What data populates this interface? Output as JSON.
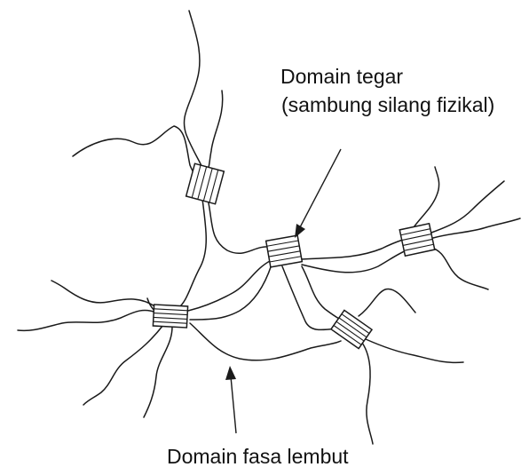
{
  "labels": {
    "rigid_domain_line1": "Domain tegar",
    "rigid_domain_line2": "(sambung silang fizikal)",
    "soft_domain": "Domain fasa lembut"
  },
  "colors": {
    "ink": "#1a1a1a",
    "background": "#ffffff"
  }
}
